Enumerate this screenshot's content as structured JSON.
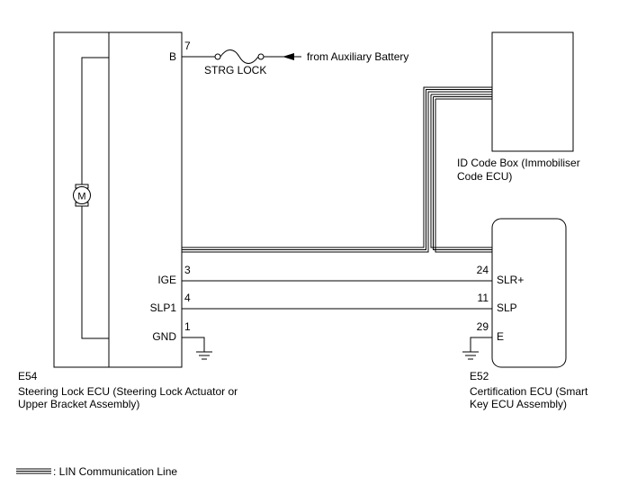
{
  "steering_ecu": {
    "code": "E54",
    "name_line1": "Steering Lock ECU (Steering Lock Actuator or",
    "name_line2": "Upper Bracket Assembly)",
    "pins": [
      {
        "no": "7",
        "name": "B"
      },
      {
        "no": "3",
        "name": "IGE"
      },
      {
        "no": "4",
        "name": "SLP1"
      },
      {
        "no": "1",
        "name": "GND"
      }
    ],
    "motor_symbol": "M"
  },
  "fuse": {
    "name": "STRG LOCK"
  },
  "power_source": {
    "label": "from Auxiliary Battery"
  },
  "id_code_box": {
    "name_line1": "ID Code Box (Immobiliser",
    "name_line2": "Code ECU)"
  },
  "certification_ecu": {
    "code": "E52",
    "name_line1": "Certification ECU (Smart",
    "name_line2": "Key ECU Assembly)",
    "pins": [
      {
        "no": "24",
        "name": "SLR+"
      },
      {
        "no": "11",
        "name": "SLP"
      },
      {
        "no": "29",
        "name": "E"
      }
    ]
  },
  "legend": {
    "lin_label": ": LIN Communication Line"
  }
}
